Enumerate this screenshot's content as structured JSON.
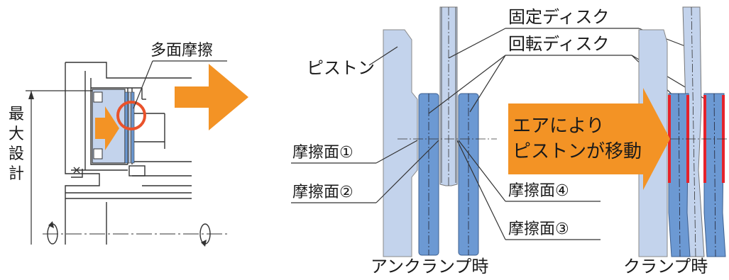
{
  "labels": {
    "multi_friction": "多面摩擦",
    "max_design": [
      "最",
      "大",
      "設",
      "計"
    ],
    "piston": "ピストン",
    "fixed_disc": "固定ディスク",
    "rotating_disc": "回転ディスク",
    "friction_1": "摩擦面①",
    "friction_2": "摩擦面②",
    "friction_3": "摩擦面③",
    "friction_4": "摩擦面④",
    "air_moves_line1": "エアにより",
    "air_moves_line2": "ピストンが移動",
    "unclamp": "アンクランプ時",
    "clamp": "クランプ時"
  },
  "colors": {
    "arrow_orange": "#f39325",
    "piston_fill": "#c3d3ec",
    "disc_fill": "#6c99d3",
    "fixed_disc_fill": "#c3d3ec",
    "friction_red": "#e5222b",
    "highlight_circle": "#e9522b"
  }
}
